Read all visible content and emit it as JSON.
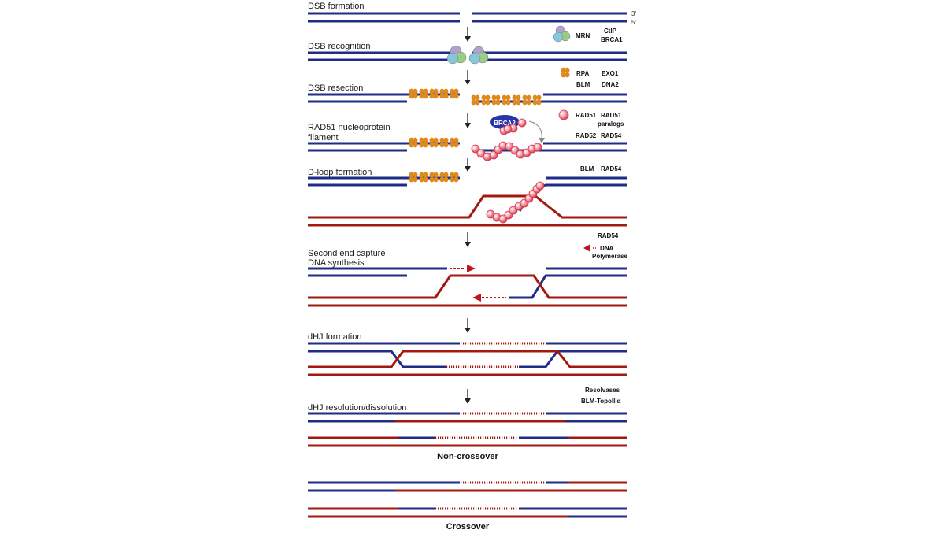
{
  "colors": {
    "strand_blue": "#1f2d86",
    "strand_red": "#a3190f",
    "rpa": "#e08a1e",
    "rad51": "#d9344a",
    "brca2": "#2a34a8",
    "polymerase": "#c0141b",
    "mrn_1": "#b0a1cf",
    "mrn_2": "#96cd88",
    "mrn_3": "#86c7d8"
  },
  "steps": {
    "dsb_formation": "DSB formation",
    "dsb_recognition": "DSB recognition",
    "dsb_resection": "DSB resection",
    "rad51_filament_1": "RAD51 nucleoprotein",
    "rad51_filament_2": "filament",
    "d_loop": "D-loop formation",
    "second_end_1": "Second end capture",
    "second_end_2": "DNA synthesis",
    "dhj_formation": "dHJ formation",
    "dhj_resolution": "dHJ resolution/dissolution"
  },
  "ends": {
    "three_prime": "3'",
    "five_prime": "5'"
  },
  "proteins": {
    "mrn": "MRN",
    "ctip": "CtIP",
    "brca1": "BRCA1",
    "rpa": "RPA",
    "exo1": "EXO1",
    "blm_1": "BLM",
    "dna2": "DNA2",
    "rad51": "RAD51",
    "rad51_paralogs_1": "RAD51",
    "rad51_paralogs_2": "paralogs",
    "brca2": "BRCA2",
    "rad52": "RAD52",
    "rad54_1": "RAD54",
    "blm_2": "BLM",
    "rad54_2": "RAD54",
    "rad54_3": "RAD54",
    "dna_pol_1": "DNA",
    "dna_pol_2": "Polymerase",
    "resolvases": "Resolvases",
    "blm_topo": "BLM-TopoIIIα"
  },
  "outcomes": {
    "non_crossover": "Non-crossover",
    "crossover": "Crossover"
  }
}
